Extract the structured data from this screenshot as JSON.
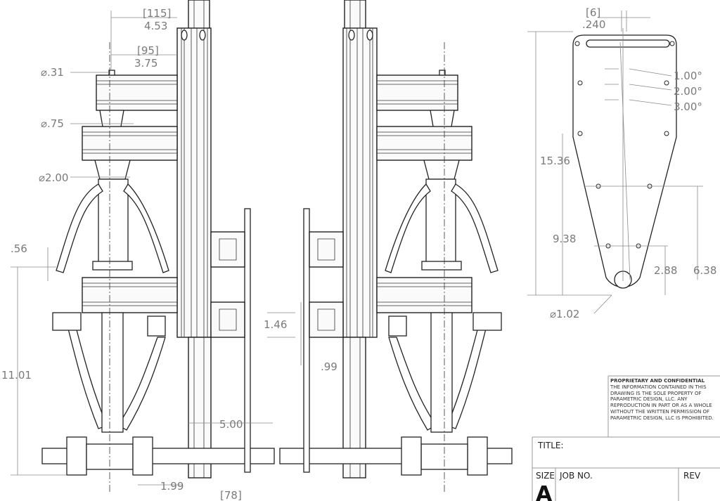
{
  "dimensions": {
    "d115": "[115]",
    "d453": "4.53",
    "d95": "[95]",
    "d375": "3.75",
    "dia031": "⌀.31",
    "dia075": "⌀.75",
    "dia200": "⌀2.00",
    "d056": ".56",
    "d1101": "11.01",
    "d146": "1.46",
    "d099": ".99",
    "d500": "5.00",
    "d199": "1.99",
    "d78": "[78]",
    "d6": "[6]",
    "d240": ".240",
    "a1": "1.00°",
    "a2": "2.00°",
    "a3": "3.00°",
    "d1536": "15.36",
    "d938": "9.38",
    "d288": "2.88",
    "d638": "6.38",
    "dia102": "⌀1.02"
  },
  "notice": {
    "title": "PROPRIETARY AND CONFIDENTIAL",
    "body": "THE INFORMATION CONTAINED IN THIS DRAWING IS THE SOLE PROPERTY OF PARAMETRIC DESIGN, LLC.  ANY REPRODUCTION IN PART OR AS A WHOLE WITHOUT THE WRITTEN PERMISSION OF PARAMETRIC DESIGN, LLC IS PROHIBITED."
  },
  "title_block": {
    "title_label": "TITLE:",
    "size_label": "SIZE",
    "size_value": "A",
    "job_label": "JOB NO.",
    "rev_label": "REV"
  }
}
